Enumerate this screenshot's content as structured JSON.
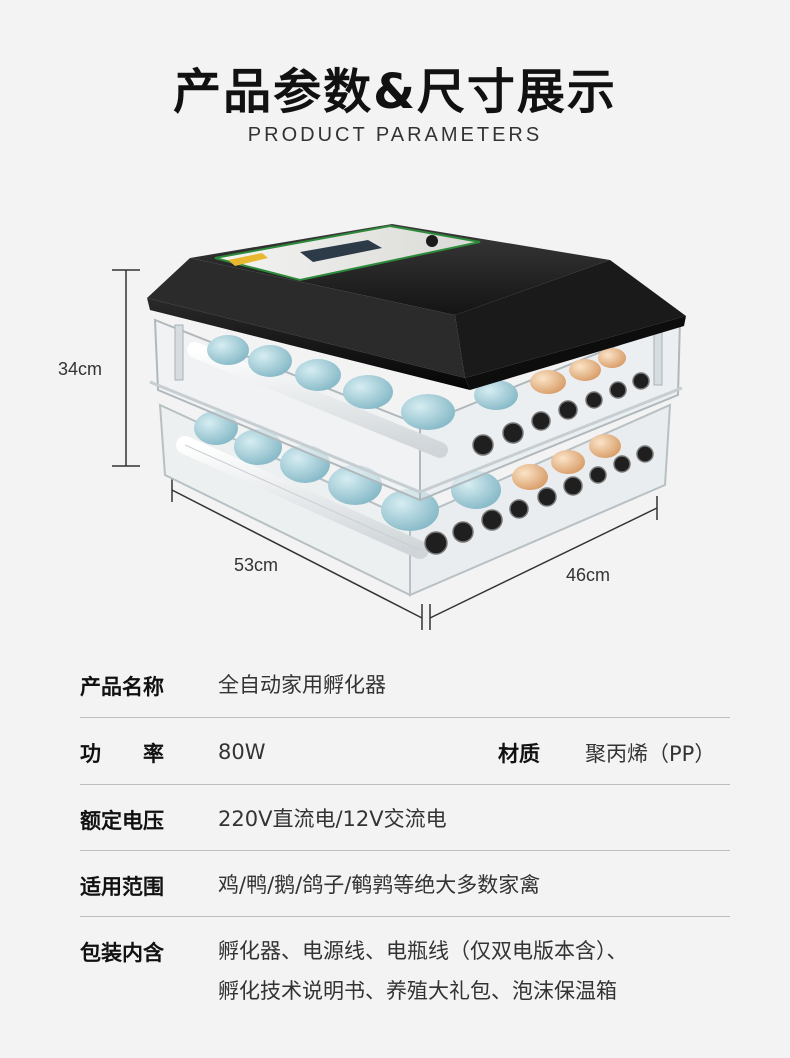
{
  "header": {
    "title": "产品参数&尺寸展示",
    "subtitle": "PRODUCT PARAMETERS"
  },
  "dimensions": {
    "height": "34cm",
    "length": "53cm",
    "width": "46cm"
  },
  "specs": {
    "name_label": "产品名称",
    "name_value": "全自动家用孵化器",
    "power_label": "功　　率",
    "power_value": "80W",
    "material_label": "材质",
    "material_value": "聚丙烯（PP）",
    "voltage_label": "额定电压",
    "voltage_value": "220V直流电/12V交流电",
    "range_label": "适用范围",
    "range_value": "鸡/鸭/鹅/鸽子/鹌鹑等绝大多数家禽",
    "package_label": "包装内含",
    "package_line1": "孵化器、电源线、电瓶线（仅双电版本含）、",
    "package_line2": "孵化技术说明书、养殖大礼包、泡沫保温箱"
  },
  "colors": {
    "background": "#f3f3f3",
    "lid": "#1b1b1b",
    "egg_blue": "#9fcad6",
    "egg_brown": "#e8b98c"
  }
}
